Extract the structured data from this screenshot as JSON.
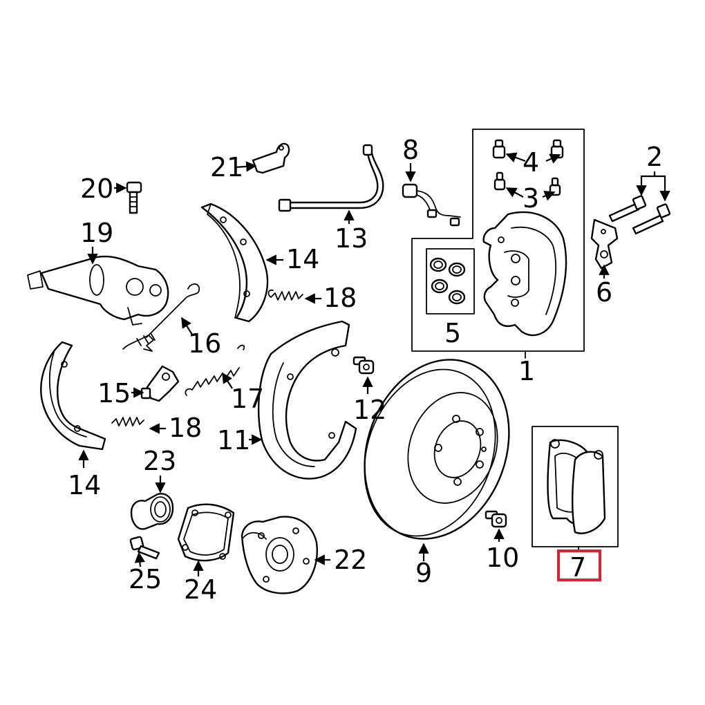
{
  "diagram": {
    "callouts": {
      "c1": "1",
      "c2": "2",
      "c3": "3",
      "c4": "4",
      "c5": "5",
      "c6": "6",
      "c7": "7",
      "c8": "8",
      "c9": "9",
      "c10": "10",
      "c11": "11",
      "c12": "12",
      "c13": "13",
      "c14a": "14",
      "c14b": "14",
      "c15": "15",
      "c16": "16",
      "c17": "17",
      "c18a": "18",
      "c18b": "18",
      "c19": "19",
      "c20": "20",
      "c21": "21",
      "c22": "22",
      "c23": "23",
      "c24": "24",
      "c25": "25"
    },
    "highlight_color": "#d9232e",
    "icons": [
      "caliper-icon",
      "brake-disc-icon",
      "brake-pad-set-icon",
      "parking-brake-shoe-icon",
      "backing-plate-icon",
      "wheel-hub-icon",
      "brake-hose-icon",
      "wear-sensor-icon",
      "spring-icon",
      "bolt-icon",
      "bearing-icon",
      "gasket-icon",
      "actuator-icon"
    ]
  }
}
